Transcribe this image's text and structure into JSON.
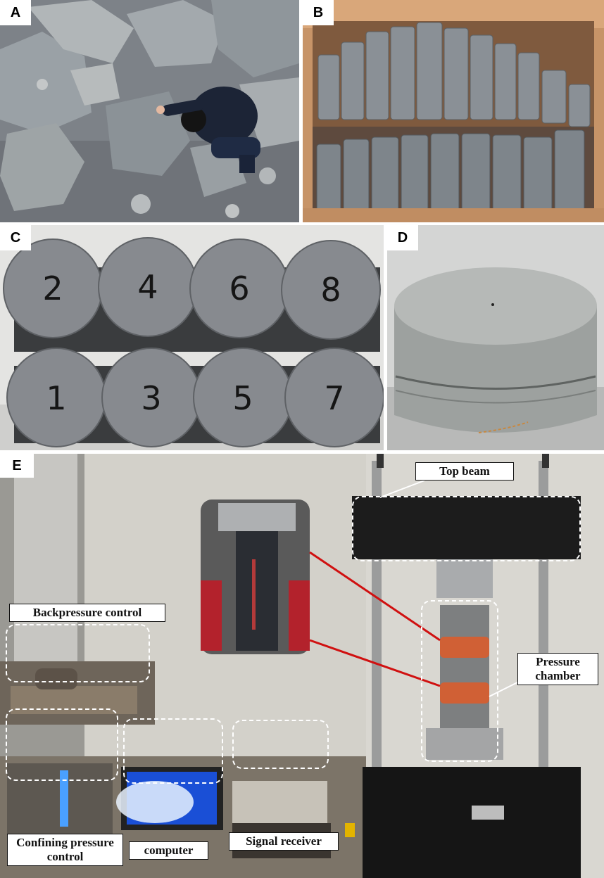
{
  "panels": {
    "a": {
      "tag": "A"
    },
    "b": {
      "tag": "B"
    },
    "c": {
      "tag": "C",
      "numbers": [
        "2",
        "4",
        "6",
        "8",
        "1",
        "3",
        "5",
        "7"
      ]
    },
    "d": {
      "tag": "D"
    },
    "e": {
      "tag": "E",
      "callouts": {
        "top_beam": "Top beam",
        "backpressure": "Backpressure control",
        "pressure_chamber": "Pressure chamber",
        "confining": "Confining pressure control",
        "computer": "computer",
        "signal_receiver": "Signal receiver"
      }
    }
  },
  "colors": {
    "rock_gray": "#8c9299",
    "specimen_gray": "#6f7376",
    "machine_black": "#1c1c1c",
    "heater_orange": "#d06035",
    "connector_red": "#d01010",
    "monitor_blue": "#1a4fd6"
  }
}
